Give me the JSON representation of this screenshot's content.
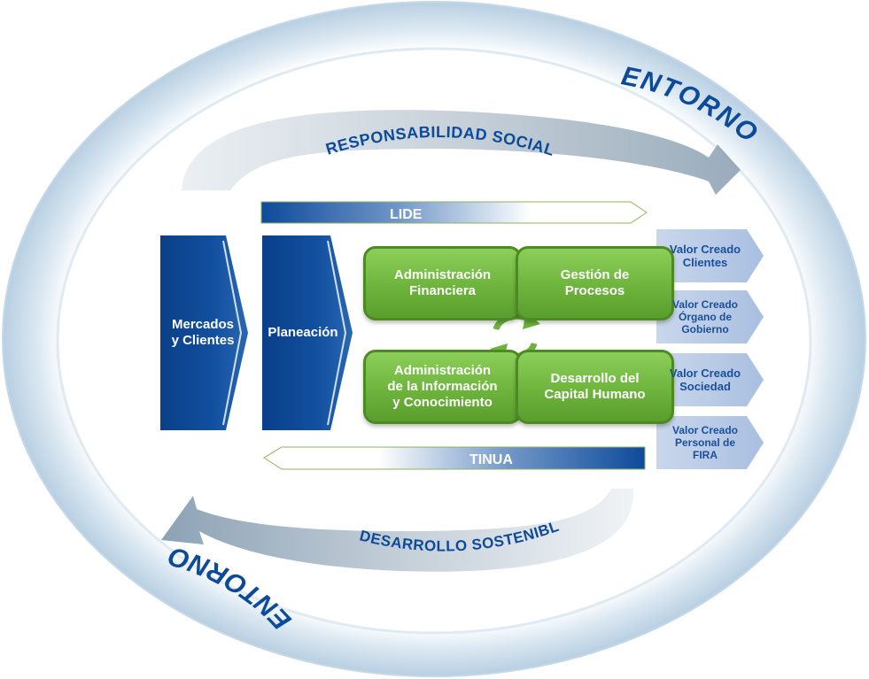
{
  "ring": {
    "entorno_top": "ENTORNO",
    "entorno_bottom": "ENTORNO",
    "responsabilidad_social": "RESPONSABILIDAD SOCIAL",
    "desarrollo_sostenible": "DESARROLLO SOSTENIBLE"
  },
  "bars": {
    "top_label": "LIDE",
    "bottom_label": "TINUA"
  },
  "chevrons": {
    "mercados": "Mercados\ny Clientes",
    "planeacion": "Planeación"
  },
  "processes": [
    "Administración\nFinanciera",
    "Gestión de\nProcesos",
    "Administración\nde la Información\ny Conocimiento",
    "Desarrollo del\nCapital Humano"
  ],
  "values": [
    "Valor Creado\nClientes",
    "Valor Creado\nÓrgano de\nGobierno",
    "Valor Creado\nSociedad",
    "Valor Creado\nPersonal de\nFIRA"
  ],
  "colors": {
    "ring": "#c6d9e8",
    "blue": "#0d4a9a",
    "green": "#6db43c",
    "value_bg": "#b9cbe6"
  }
}
